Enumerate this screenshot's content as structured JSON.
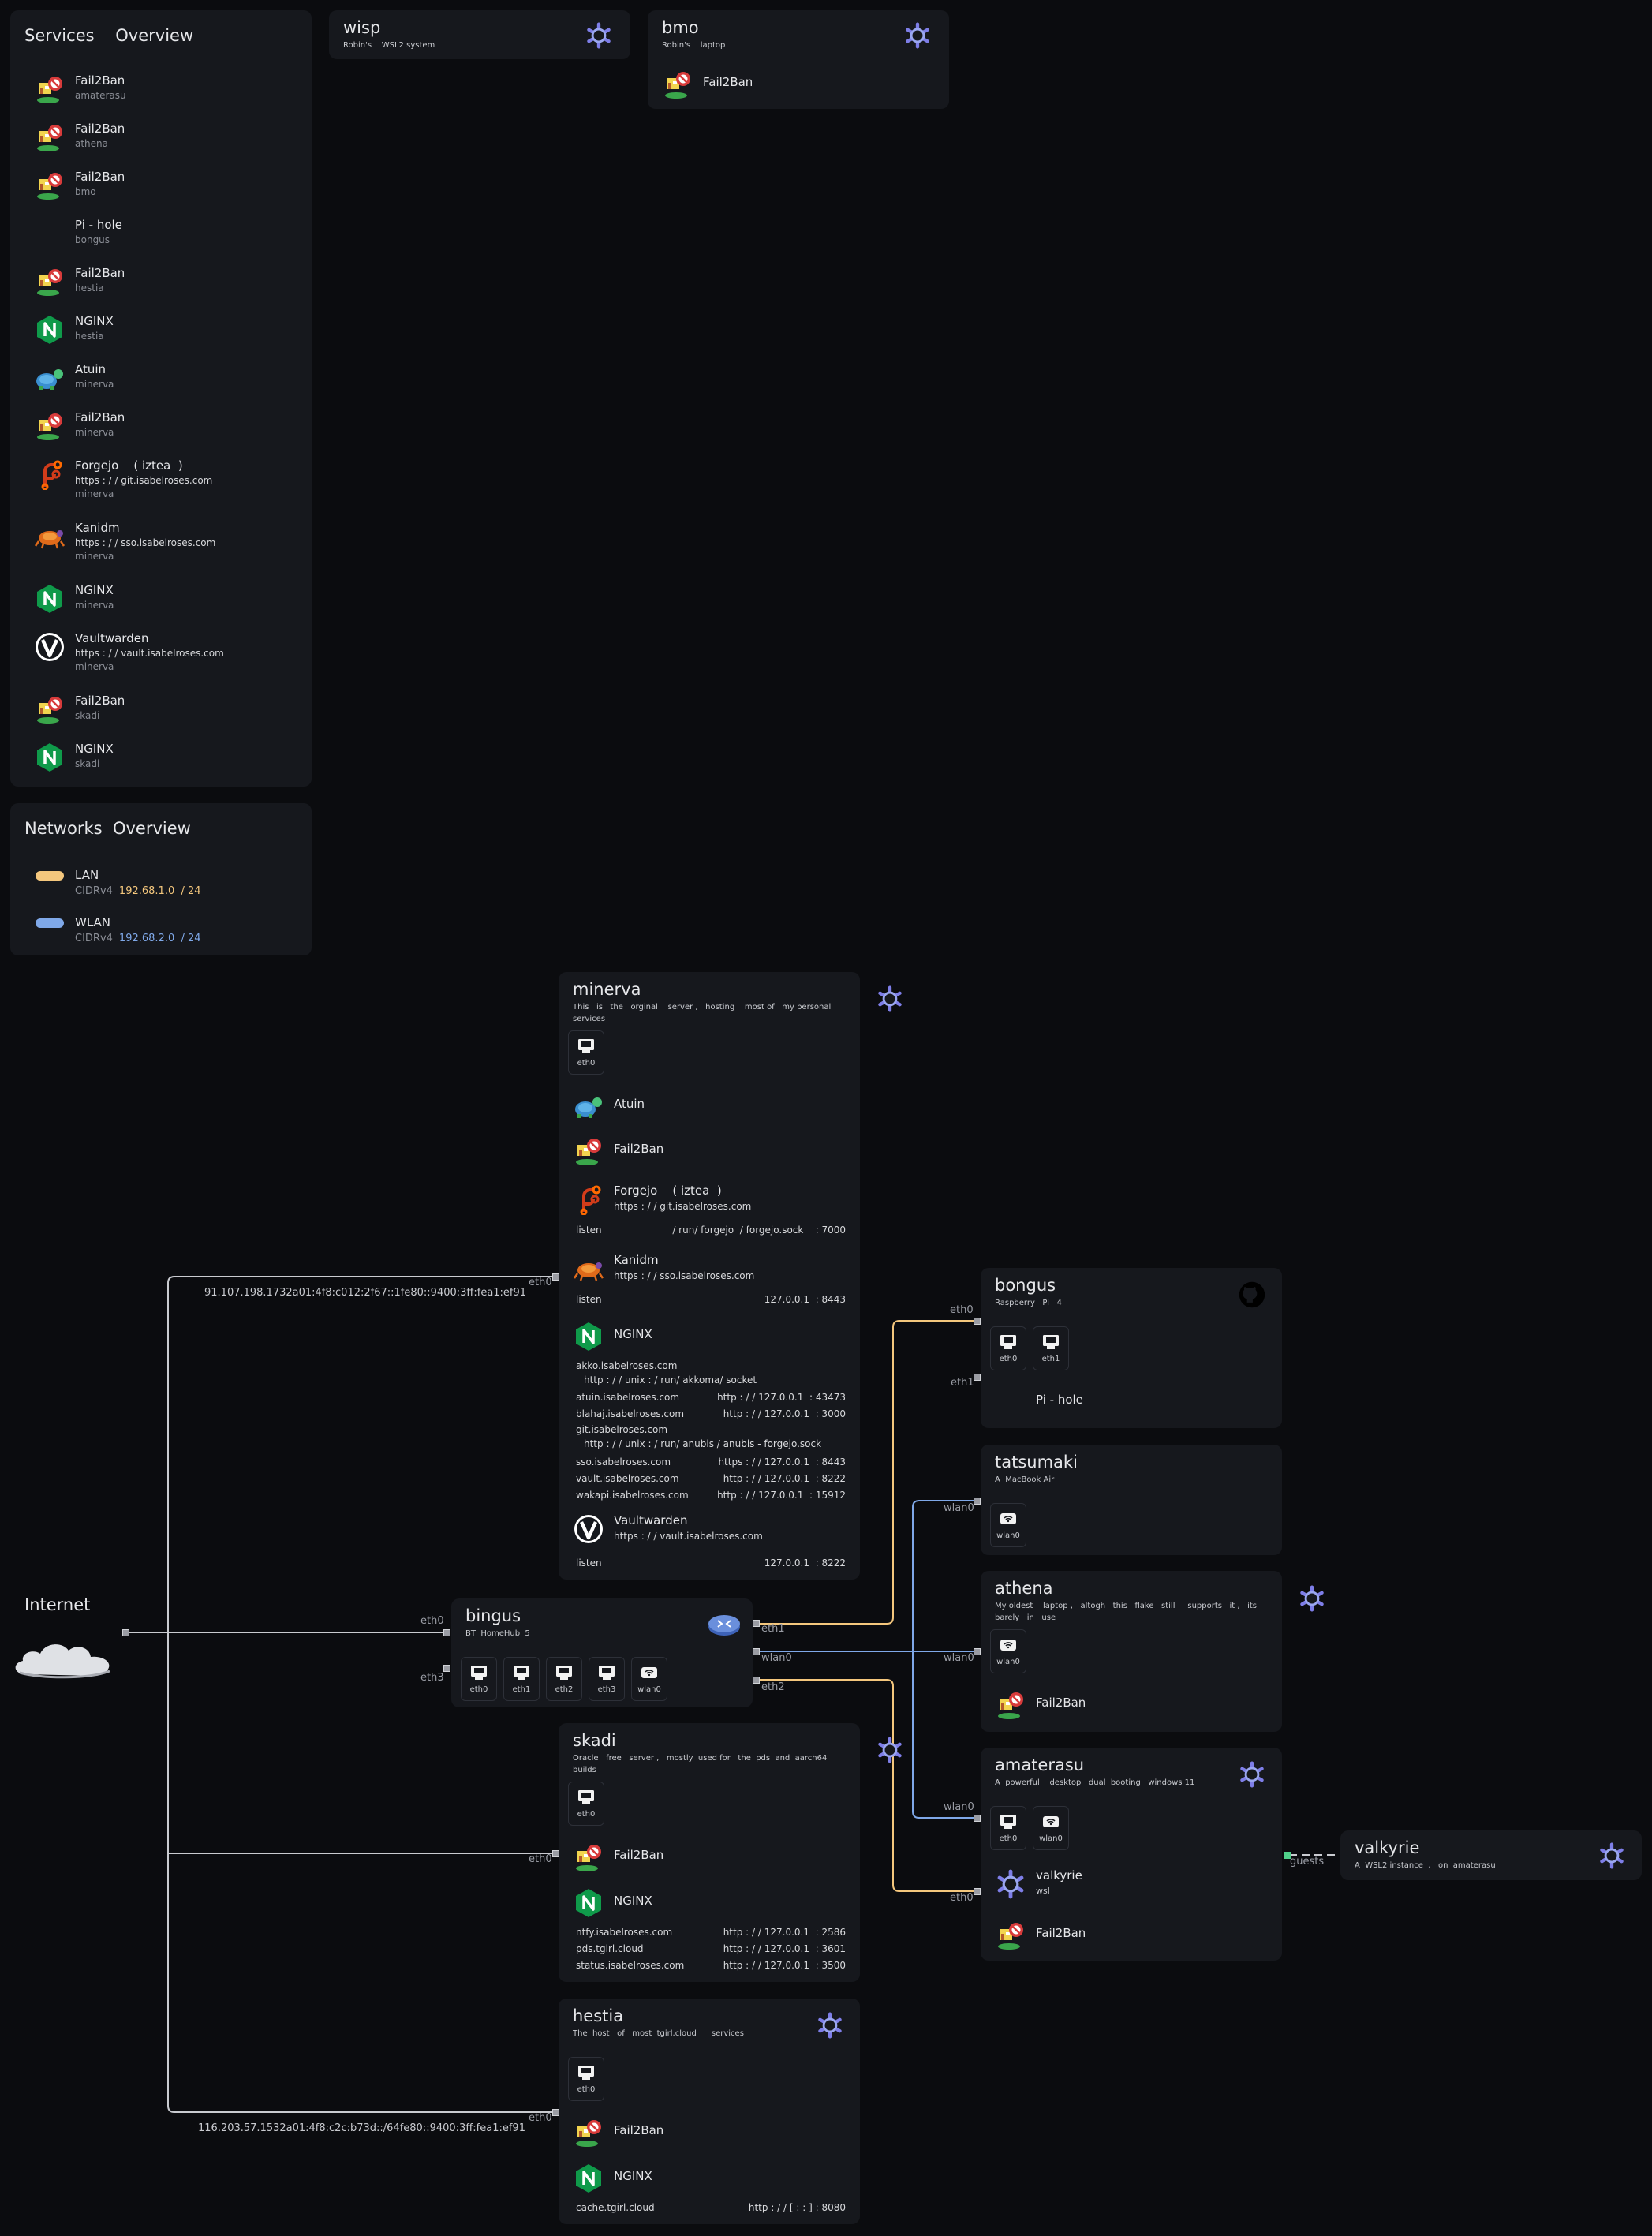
{
  "colors": {
    "lan": "#f4c77d",
    "wlan": "#7fa8e8",
    "bg": "#0b0c0f",
    "panel": "#16181d",
    "guest": "#4fd08a"
  },
  "services_overview": {
    "title": "Services    Overview",
    "items": [
      {
        "name": "Fail2Ban",
        "host": "amaterasu",
        "icon": "fail2ban-icon"
      },
      {
        "name": "Fail2Ban",
        "host": "athena",
        "icon": "fail2ban-icon"
      },
      {
        "name": "Fail2Ban",
        "host": "bmo",
        "icon": "fail2ban-icon"
      },
      {
        "name": "Pi - hole",
        "host": "bongus",
        "icon": ""
      },
      {
        "name": "Fail2Ban",
        "host": "hestia",
        "icon": "fail2ban-icon"
      },
      {
        "name": "NGINX",
        "host": "hestia",
        "icon": "nginx-icon"
      },
      {
        "name": "Atuin",
        "host": "minerva",
        "icon": "atuin-icon"
      },
      {
        "name": "Fail2Ban",
        "host": "minerva",
        "icon": "fail2ban-icon"
      },
      {
        "name": "Forgejo    ( iztea  )",
        "url": "https : / / git.isabelroses.com",
        "host": "minerva",
        "icon": "forgejo-icon"
      },
      {
        "name": "Kanidm",
        "url": "https : / / sso.isabelroses.com",
        "host": "minerva",
        "icon": "kanidm-icon"
      },
      {
        "name": "NGINX",
        "host": "minerva",
        "icon": "nginx-icon"
      },
      {
        "name": "Vaultwarden",
        "url": "https : / / vault.isabelroses.com",
        "host": "minerva",
        "icon": "vaultwarden-icon"
      },
      {
        "name": "Fail2Ban",
        "host": "skadi",
        "icon": "fail2ban-icon"
      },
      {
        "name": "NGINX",
        "host": "skadi",
        "icon": "nginx-icon"
      }
    ]
  },
  "networks_overview": {
    "title": "Networks  Overview",
    "items": [
      {
        "name": "LAN",
        "cidr_label": "CIDRv4",
        "cidr": "192.68.1.0  / 24",
        "color": "#f4c77d"
      },
      {
        "name": "WLAN",
        "cidr_label": "CIDRv4",
        "cidr": "192.68.2.0  / 24",
        "color": "#7fa8e8"
      }
    ]
  },
  "hosts": {
    "wisp": {
      "title": "wisp",
      "desc": "Robin's    WSL2 system",
      "icon": "nixos-icon"
    },
    "bmo": {
      "title": "bmo",
      "desc": "Robin's    laptop",
      "icon": "nixos-icon",
      "services": [
        {
          "name": "Fail2Ban"
        }
      ]
    },
    "minerva": {
      "title": "minerva",
      "desc": "This   is   the   orginal    server ,   hosting    most of   my personal services",
      "icon": "nixos-icon",
      "ifaces": [
        "eth0"
      ],
      "atuin": "Atuin",
      "fail2ban": "Fail2Ban",
      "forgejo": {
        "name": "Forgejo    ( iztea  )",
        "url": "https : / / git.isabelroses.com",
        "listen_key": "listen",
        "listen": "/ run/ forgejo  / forgejo.sock    : 7000"
      },
      "kanidm": {
        "name": "Kanidm",
        "url": "https : / / sso.isabelroses.com",
        "listen_key": "listen",
        "listen": "127.0.0.1  : 8443"
      },
      "nginx": {
        "name": "NGINX",
        "vhosts": [
          {
            "host": "akko.isabelroses.com",
            "target": "http : / / unix : / run/ akkoma/ socket",
            "wrap": true
          },
          {
            "host": "atuin.isabelroses.com",
            "target": "http : / / 127.0.0.1  : 43473"
          },
          {
            "host": "blahaj.isabelroses.com",
            "target": "http : / / 127.0.0.1  : 3000"
          },
          {
            "host": "git.isabelroses.com",
            "target": "http : / / unix : / run/ anubis / anubis - forgejo.sock",
            "wrap": true
          },
          {
            "host": "sso.isabelroses.com",
            "target": "https : / / 127.0.0.1  : 8443"
          },
          {
            "host": "vault.isabelroses.com",
            "target": "http : / / 127.0.0.1  : 8222"
          },
          {
            "host": "wakapi.isabelroses.com",
            "target": "http : / / 127.0.0.1  : 15912"
          }
        ]
      },
      "vaultwarden": {
        "name": "Vaultwarden",
        "url": "https : / / vault.isabelroses.com",
        "listen_key": "listen",
        "listen": "127.0.0.1  : 8222"
      }
    },
    "bingus": {
      "title": "bingus",
      "desc": "BT  HomeHub  5",
      "icon": "router-icon",
      "ifaces": [
        "eth0",
        "eth1",
        "eth2",
        "eth3",
        "wlan0"
      ]
    },
    "skadi": {
      "title": "skadi",
      "desc": "Oracle   free   server ,   mostly  used for   the  pds  and  aarch64 builds",
      "ifaces": [
        "eth0"
      ],
      "fail2ban": "Fail2Ban",
      "nginx": {
        "name": "NGINX",
        "vhosts": [
          {
            "host": "ntfy.isabelroses.com",
            "target": "http : / / 127.0.0.1  : 2586"
          },
          {
            "host": "pds.tgirl.cloud",
            "target": "http : / / 127.0.0.1  : 3601"
          },
          {
            "host": "status.isabelroses.com",
            "target": "http : / / 127.0.0.1  : 3500"
          }
        ]
      }
    },
    "hestia": {
      "title": "hestia",
      "desc": "The  host   of   most  tgirl.cloud      services",
      "icon": "nixos-icon",
      "ifaces": [
        "eth0"
      ],
      "fail2ban": "Fail2Ban",
      "nginx": {
        "name": "NGINX",
        "vhosts": [
          {
            "host": "cache.tgirl.cloud",
            "target": "http : / / [ : : ] : 8080"
          }
        ]
      }
    },
    "bongus": {
      "title": "bongus",
      "desc": "Raspberry   Pi   4",
      "icon": "github-icon",
      "ifaces": [
        "eth0",
        "eth1"
      ],
      "service": "Pi - hole"
    },
    "tatsumaki": {
      "title": "tatsumaki",
      "desc": "A  MacBook Air",
      "ifaces": [
        "wlan0"
      ]
    },
    "athena": {
      "title": "athena",
      "desc": "My oldest    laptop ,   altogh   this   flake   still     supports   it ,   its barely   in   use",
      "icon": "nixos-icon",
      "ifaces": [
        "wlan0"
      ],
      "fail2ban": "Fail2Ban"
    },
    "amaterasu": {
      "title": "amaterasu",
      "desc": "A  powerful    desktop   dual  booting   windows 11",
      "icon": "nixos-icon",
      "ifaces": [
        "eth0",
        "wlan0"
      ],
      "valkyrie": {
        "name": "valkyrie",
        "sub": "wsl"
      },
      "fail2ban": "Fail2Ban"
    },
    "valkyrie": {
      "title": "valkyrie",
      "desc": "A  WSL2 instance  ,   on  amaterasu",
      "icon": "nixos-icon"
    }
  },
  "internet": {
    "title": "Internet"
  },
  "links": {
    "minerva_addr": "91.107.198.1732a01:4f8:c012:2f67::1fe80::9400:3ff:fea1:ef91",
    "hestia_addr": "116.203.57.1532a01:4f8:c2c:b73d::/64fe80::9400:3ff:fea1:ef91",
    "port_labels": {
      "minerva_eth0": "eth0",
      "bingus_eth0": "eth0",
      "bingus_eth3": "eth3",
      "bingus_eth1": "eth1",
      "bingus_wlan0": "wlan0",
      "bingus_eth2": "eth2",
      "skadi_eth0": "eth0",
      "hestia_eth0": "eth0",
      "bongus_eth0": "eth0",
      "bongus_eth1": "eth1",
      "tatsumaki_wlan0": "wlan0",
      "athena_wlan0": "wlan0",
      "amaterasu_wlan0": "wlan0",
      "amaterasu_eth0": "eth0",
      "valkyrie_guests": "guests"
    }
  }
}
